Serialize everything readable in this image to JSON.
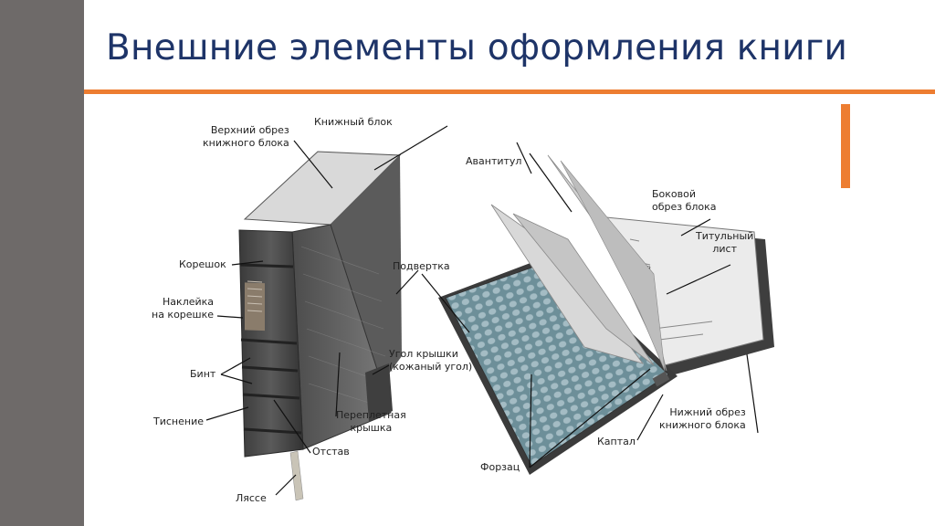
{
  "slide": {
    "title": "Внешние элементы оформления книги",
    "colors": {
      "sidebar": "#6e6a69",
      "title": "#1e3468",
      "accent": "#ed7d31"
    }
  },
  "labels": {
    "verkhniy_obrez": "Верхний обрез\nкнижного блока",
    "knizhny_blok": "Книжный блок",
    "koreshok": "Корешок",
    "nakleyka": "Наклейка\nна корешке",
    "bint": "Бинт",
    "tisnenie": "Тиснение",
    "lyasse": "Ляссе",
    "otstav": "Отстав",
    "pereplet_kryshka": "Переплетная\nкрышка",
    "ugol_kryshki": "Угол крышки\n(кожаный угол)",
    "podvertka": "Подвертка",
    "avantitul": "Авантитул",
    "bokovoy_obrez": "Боковой\nобрез блока",
    "titulny_list": "Титульный\nлист",
    "nizhniy_obrez": "Нижний обрез\nкнижного блока",
    "kaptal": "Каптал",
    "forzats": "Форзац"
  }
}
